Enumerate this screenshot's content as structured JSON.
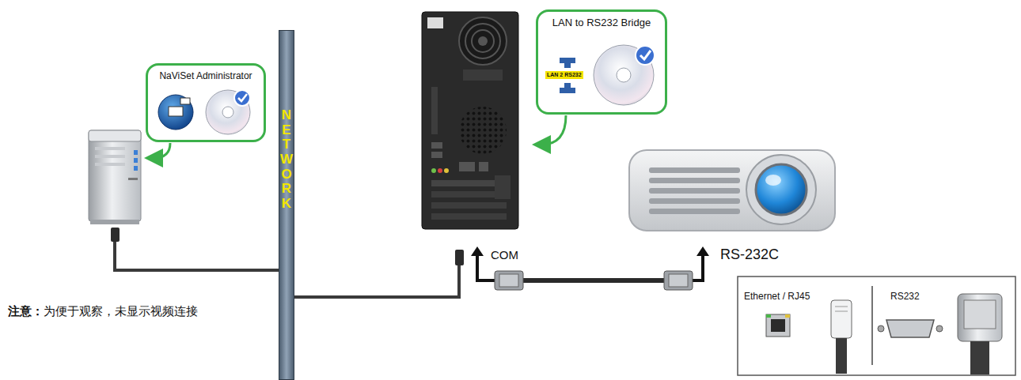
{
  "diagram": {
    "nodes": [
      {
        "text": [
          "NaViSet Administrator"
        ]
      },
      {
        "text": [
          "NETWORK"
        ]
      },
      {
        "text": [
          "LAN to RS232 Bridge",
          "LAN 2 RS232"
        ]
      }
    ],
    "labels": [
      "COM",
      "RS-232C",
      "注意：",
      "为便于观察，未显示视频连接"
    ],
    "legend": [
      {
        "text": "Ethernet / RJ45"
      },
      {
        "text": "RS232"
      }
    ]
  }
}
